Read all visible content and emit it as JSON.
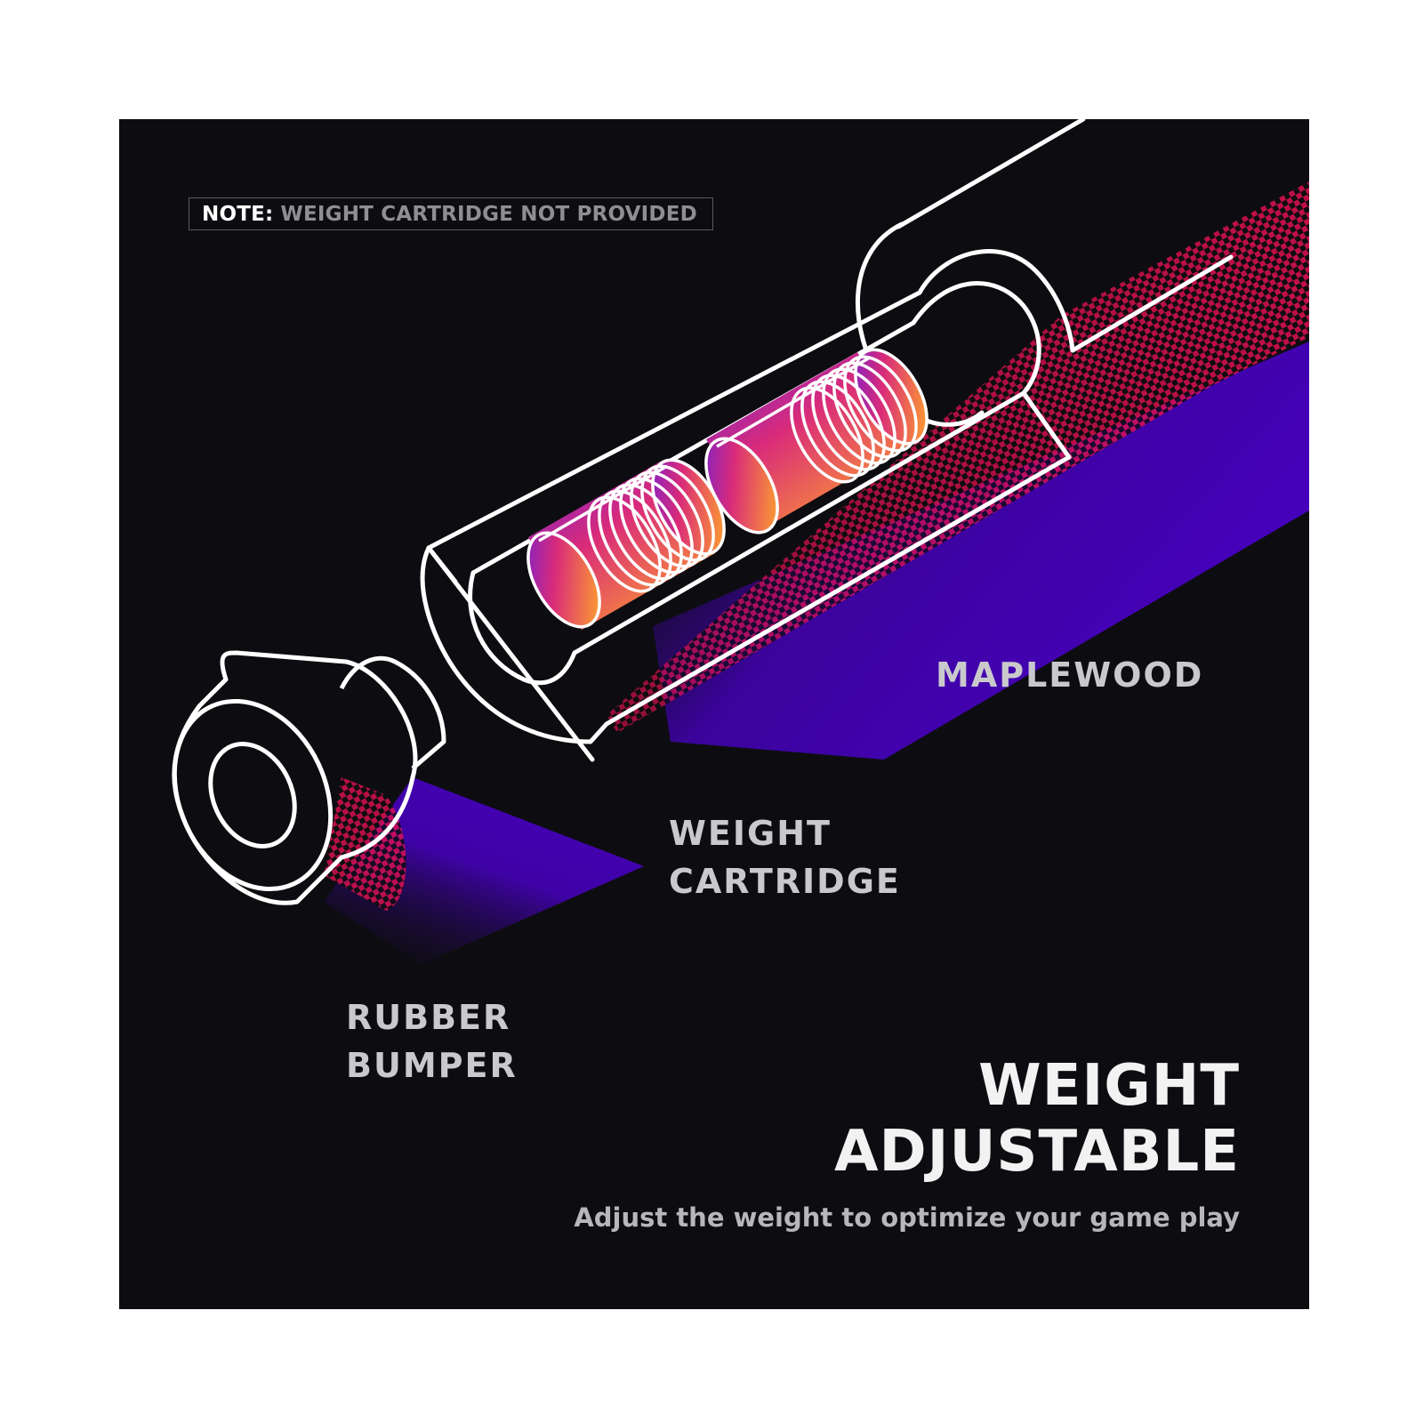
{
  "note": {
    "label": "NOTE:",
    "text": "WEIGHT CARTRIDGE NOT PROVIDED"
  },
  "labels": {
    "maplewood": "MAPLEWOOD",
    "weight_cartridge": [
      "WEIGHT",
      "CARTRIDGE"
    ],
    "rubber_bumper": [
      "RUBBER",
      "BUMPER"
    ]
  },
  "headline": [
    "WEIGHT",
    "ADJUSTABLE"
  ],
  "subtitle": "Adjust the weight to optimize your game play",
  "colors": {
    "background": "#0d0d11",
    "outline": "#ffffff",
    "shadow_violet": "#4a00c8",
    "checker_red": "#e0114f",
    "weight_orange": "#ffa52a",
    "weight_magenta": "#d92b7a",
    "weight_purple": "#6a1fd8"
  },
  "icons": [
    "cue-butt-cross-section-illustration",
    "rubber-bumper-illustration",
    "weight-disc-icon"
  ]
}
